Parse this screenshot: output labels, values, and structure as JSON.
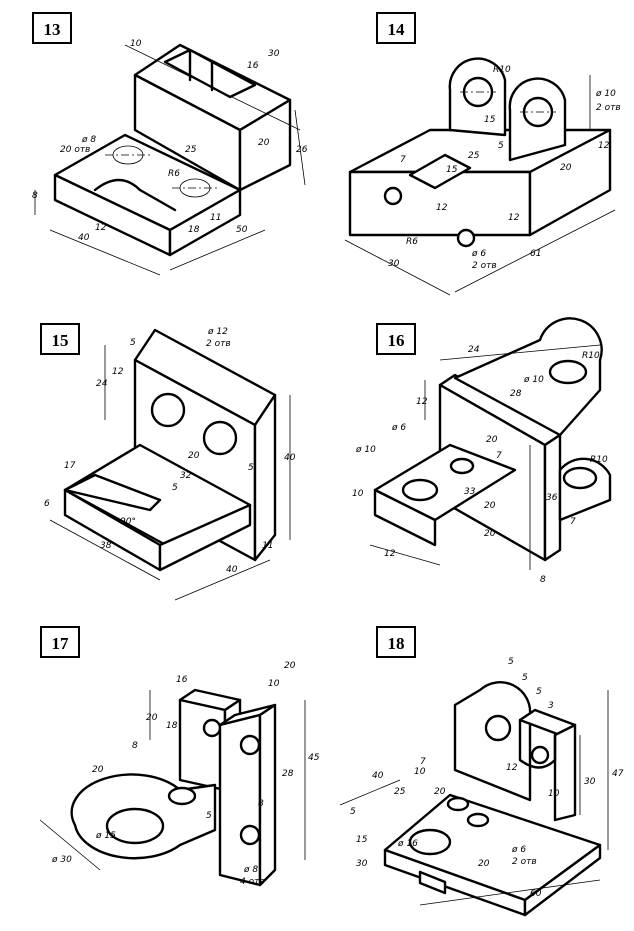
{
  "sheet": {
    "problems": [
      {
        "id": "13",
        "dims": [
          "10",
          "30",
          "16",
          "ø 8",
          "20 отв",
          "25",
          "20",
          "26",
          "R6",
          "8",
          "12",
          "40",
          "18",
          "11",
          "50"
        ]
      },
      {
        "id": "14",
        "dims": [
          "R10",
          "ø 10",
          "2 отв",
          "25",
          "15",
          "5",
          "12",
          "7",
          "15",
          "20",
          "12",
          "R6",
          "ø 6",
          "2 отв",
          "30",
          "61",
          "12"
        ]
      },
      {
        "id": "15",
        "dims": [
          "5",
          "ø 12",
          "2 отв",
          "24",
          "12",
          "20",
          "40",
          "17",
          "32",
          "5",
          "6",
          "5",
          "90°",
          "38",
          "40",
          "11"
        ]
      },
      {
        "id": "16",
        "dims": [
          "24",
          "R10",
          "ø 10",
          "12",
          "28",
          "ø 6",
          "20",
          "7",
          "ø 10",
          "10",
          "33",
          "R10",
          "20",
          "36",
          "20",
          "7",
          "12",
          "8"
        ]
      },
      {
        "id": "17",
        "dims": [
          "20",
          "16",
          "10",
          "20",
          "18",
          "8",
          "20",
          "28",
          "45",
          "5",
          "8",
          "ø 15",
          "ø 30",
          "ø 8",
          "4 отв"
        ]
      },
      {
        "id": "18",
        "dims": [
          "5",
          "5",
          "5",
          "3",
          "47",
          "30",
          "12",
          "7",
          "40",
          "10",
          "25",
          "20",
          "10",
          "5",
          "ø 16",
          "15",
          "30",
          "ø 6",
          "2 отв",
          "60",
          "20"
        ]
      }
    ]
  }
}
